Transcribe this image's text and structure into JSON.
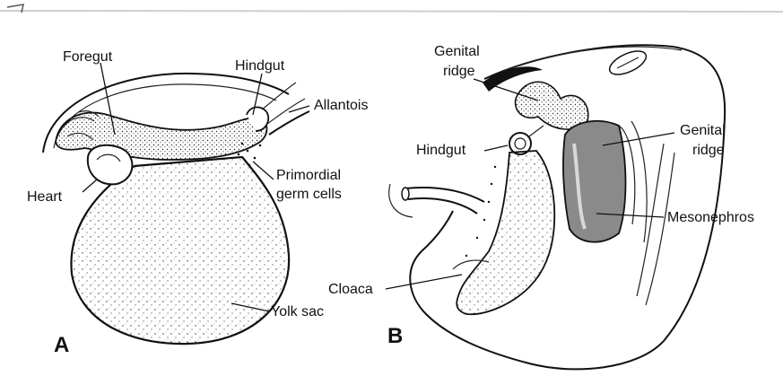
{
  "panel_a": {
    "letter": "A",
    "labels": {
      "foregut": "Foregut",
      "hindgut": "Hindgut",
      "allantois": "Allantois",
      "heart": "Heart",
      "primordial_germ_cells_line1": "Primordial",
      "primordial_germ_cells_line2": "germ cells",
      "yolk_sac": "Yolk sac"
    }
  },
  "panel_b": {
    "letter": "B",
    "labels": {
      "genital_ridge_left_line1": "Genital",
      "genital_ridge_left_line2": "ridge",
      "genital_ridge_right_line1": "Genital",
      "genital_ridge_right_line2": "ridge",
      "hindgut": "Hindgut",
      "mesonephros": "Mesonephros",
      "cloaca": "Cloaca"
    }
  },
  "colors": {
    "ink": "#111111",
    "mesonephros_fill": "#8a8a8a",
    "background": "#ffffff"
  }
}
